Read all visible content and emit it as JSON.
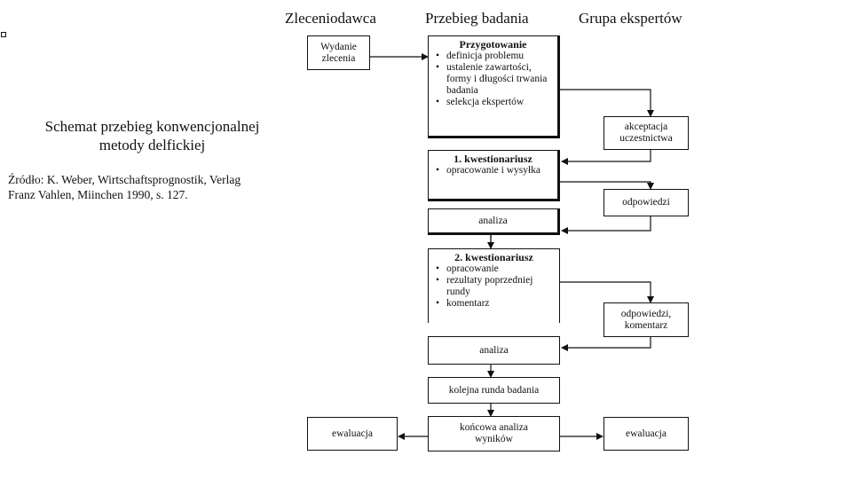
{
  "columns": {
    "client": "Zleceniodawca",
    "process": "Przebieg badania",
    "experts": "Grupa ekspertów"
  },
  "caption": {
    "line1": "Schemat przebieg konwencjonalnej",
    "line2": "metody delfickiej"
  },
  "source": {
    "line1": "Źródło: K. Weber, Wirtschaftsprognostik, Verlag",
    "line2": "Franz Vahlen, Miinchen 1990, s. 127."
  },
  "boxes": {
    "order": {
      "line1": "Wydanie",
      "line2": "zlecenia"
    },
    "preparation": {
      "title": "Przygotowanie",
      "items": [
        "definicja problemu",
        "ustalenie zawartości, formy i długości trwania badania",
        "selekcja ekspertów"
      ]
    },
    "acceptance": {
      "line1": "akceptacja",
      "line2": "uczestnictwa"
    },
    "questionnaire1": {
      "title": "1. kwestionariusz",
      "items": [
        "opracowanie i wysyłka"
      ]
    },
    "answers1": {
      "line1": "odpowiedzi"
    },
    "analysis1": {
      "line1": "analiza"
    },
    "questionnaire2": {
      "title": "2. kwestionariusz",
      "items": [
        "opracowanie",
        "rezultaty poprzedniej rundy",
        "komentarz"
      ]
    },
    "answers2": {
      "line1": "odpowiedzi,",
      "line2": "komentarz"
    },
    "analysis2": {
      "line1": "analiza"
    },
    "next_round": {
      "line1": "kolejna runda badania"
    },
    "final_analysis": {
      "line1": "końcowa analiza",
      "line2": "wyników"
    },
    "eval_client": {
      "line1": "ewaluacja"
    },
    "eval_experts": {
      "line1": "ewaluacja"
    }
  }
}
